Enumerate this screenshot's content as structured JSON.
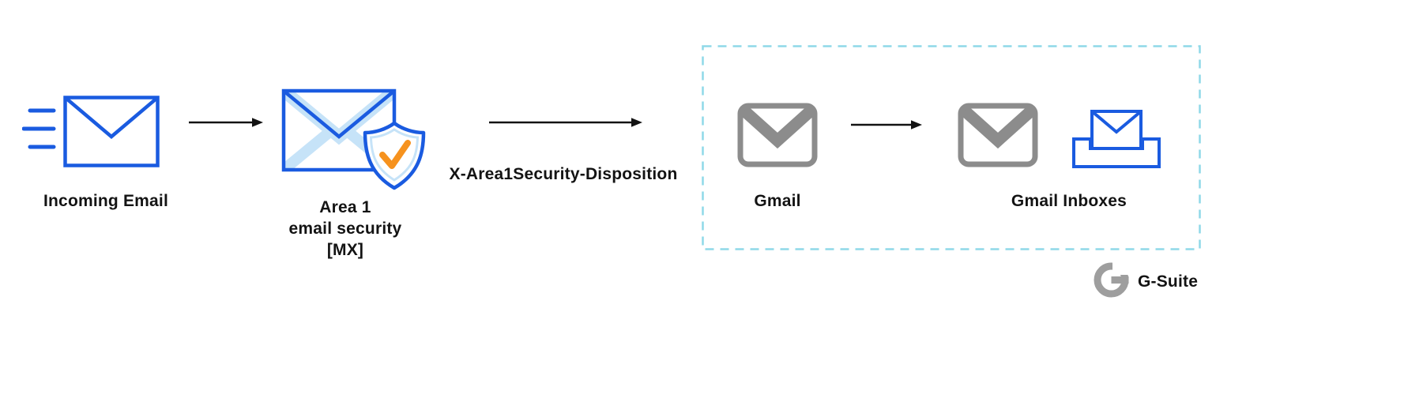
{
  "colors": {
    "blue": "#1A5BE0",
    "light_blue": "#C6E3F8",
    "orange": "#F6921E",
    "gmail_gray": "#8C8C8C",
    "logo_gray": "#9E9E9E",
    "dashed_border": "#8FD9E8",
    "text": "#131313",
    "arrow": "#131313"
  },
  "nodes": {
    "incoming_email": {
      "label": "Incoming Email",
      "icon": "envelope-with-speed-lines-icon"
    },
    "area1": {
      "line1": "Area 1",
      "line2": "email security",
      "line3": "[MX]",
      "icon": "envelope-shield-check-icon"
    },
    "gmail": {
      "label": "Gmail",
      "icon": "gmail-m-icon"
    },
    "gmail_inboxes": {
      "label": "Gmail Inboxes",
      "icons": [
        "gmail-m-icon",
        "envelope-in-tray-icon"
      ]
    }
  },
  "edges": {
    "incoming_to_area1": "",
    "area1_to_gmail_label": "X-Area1Security-Disposition",
    "gmail_to_inboxes": ""
  },
  "container": {
    "name": "gmail-environment-dashed-boundary"
  },
  "footer": {
    "brand": "G-Suite",
    "icon": "g-logo-icon"
  }
}
